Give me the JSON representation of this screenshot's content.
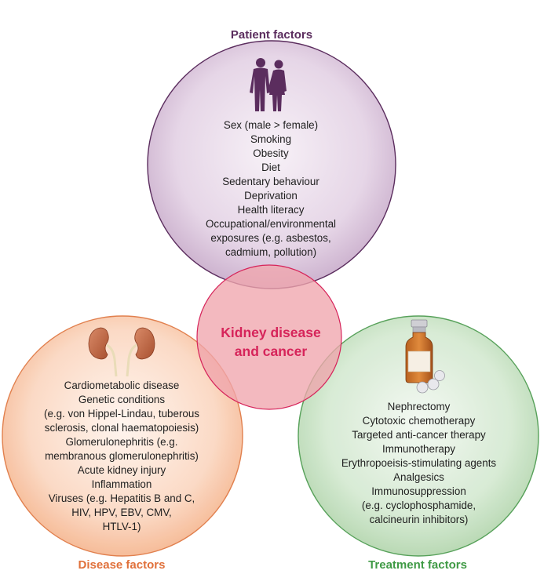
{
  "center": {
    "title_line1": "Kidney disease",
    "title_line2": "and cancer"
  },
  "patient": {
    "heading": "Patient factors",
    "icon": "people-icon",
    "color": "#5b2d5e",
    "items": [
      "Sex (male > female)",
      "Smoking",
      "Obesity",
      "Diet",
      "Sedentary behaviour",
      "Deprivation",
      "Health literacy",
      "Occupational/environmental",
      "exposures (e.g. asbestos,",
      "cadmium, pollution)"
    ]
  },
  "disease": {
    "heading": "Disease factors",
    "icon": "kidneys-icon",
    "color": "#e0703a",
    "items": [
      "Cardiometabolic disease",
      "Genetic conditions",
      "(e.g. von Hippel-Lindau, tuberous",
      "sclerosis, clonal haematopoiesis)",
      "Glomerulonephritis (e.g.",
      "membranous glomerulonephritis)",
      "Acute kidney injury",
      "Inflammation",
      "Viruses (e.g. Hepatitis B and C,",
      "HIV, HPV, EBV, CMV,",
      "HTLV-1)"
    ]
  },
  "treatment": {
    "heading": "Treatment factors",
    "icon": "medicine-bottle-icon",
    "color": "#3f9a45",
    "items": [
      "Nephrectomy",
      "Cytotoxic chemotherapy",
      "Targeted anti-cancer therapy",
      "Immunotherapy",
      "Erythropoeisis-stimulating agents",
      "Analgesics",
      "Immunosuppression",
      "(e.g. cyclophosphamide,",
      "calcineurin inhibitors)"
    ]
  }
}
